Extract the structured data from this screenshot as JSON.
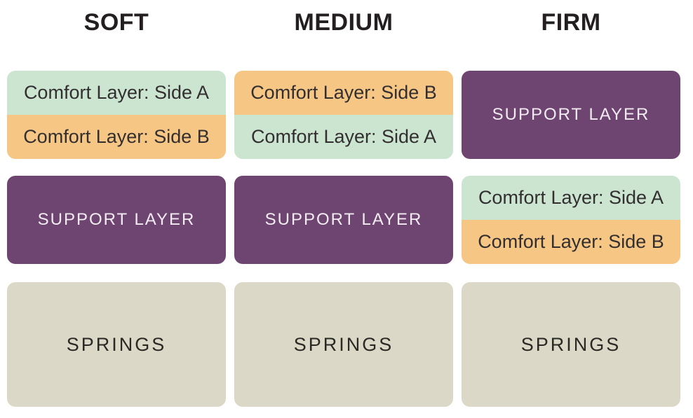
{
  "colors": {
    "side_a": "#cbe5d1",
    "side_b": "#f6c685",
    "support": "#6e4570",
    "springs": "#dbd8c7",
    "heading_text": "#231f20",
    "comfort_text": "#332f30",
    "support_text": "#f2ecf2",
    "springs_text": "#2a2a24",
    "background": "#ffffff"
  },
  "labels": {
    "side_a": "Comfort Layer: Side A",
    "side_b": "Comfort Layer: Side B",
    "support": "SUPPORT LAYER",
    "springs": "SPRINGS"
  },
  "columns": [
    {
      "title": "SOFT",
      "layer_order": [
        "comfort_pair_a_over_b",
        "support",
        "springs"
      ]
    },
    {
      "title": "MEDIUM",
      "layer_order": [
        "comfort_pair_b_over_a",
        "support",
        "springs"
      ]
    },
    {
      "title": "FIRM",
      "layer_order": [
        "support",
        "comfort_pair_a_over_b",
        "springs"
      ]
    }
  ]
}
